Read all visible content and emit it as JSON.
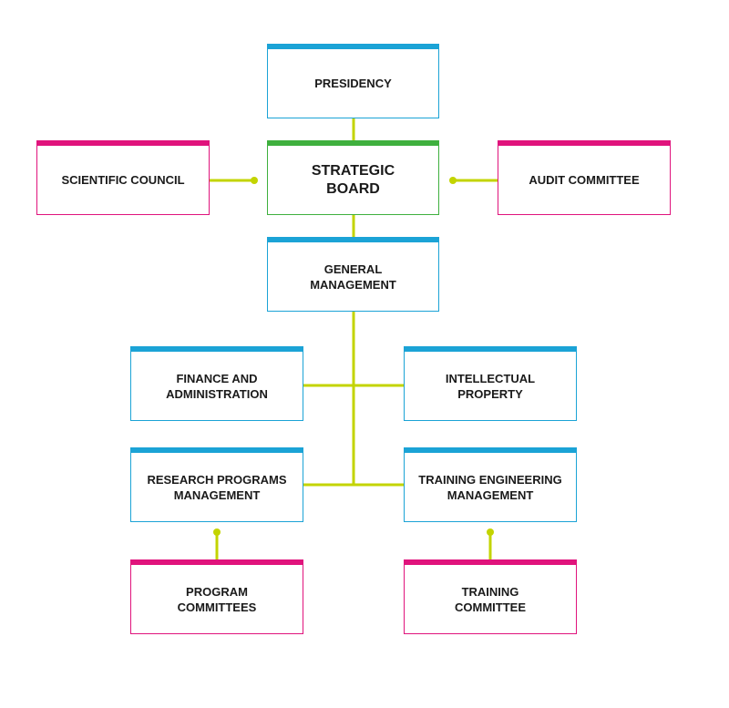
{
  "colors": {
    "blue": "#1ba3d6",
    "magenta": "#e0137c",
    "green": "#3fb03e",
    "connector": "#c3d400"
  },
  "nodes": {
    "presidency": "PRESIDENCY",
    "scientific_council": "SCIENTIFIC COUNCIL",
    "strategic_board": "STRATEGIC\nBOARD",
    "audit_committee": "AUDIT COMMITTEE",
    "general_management": "GENERAL\nMANAGEMENT",
    "finance_administration": "FINANCE AND\nADMINISTRATION",
    "intellectual_property": "INTELLECTUAL\nPROPERTY",
    "research_programs_management": "RESEARCH PROGRAMS\nMANAGEMENT",
    "training_engineering_management": "TRAINING ENGINEERING\nMANAGEMENT",
    "program_committees": "PROGRAM\nCOMMITTEES",
    "training_committee": "TRAINING\nCOMMITTEE"
  }
}
